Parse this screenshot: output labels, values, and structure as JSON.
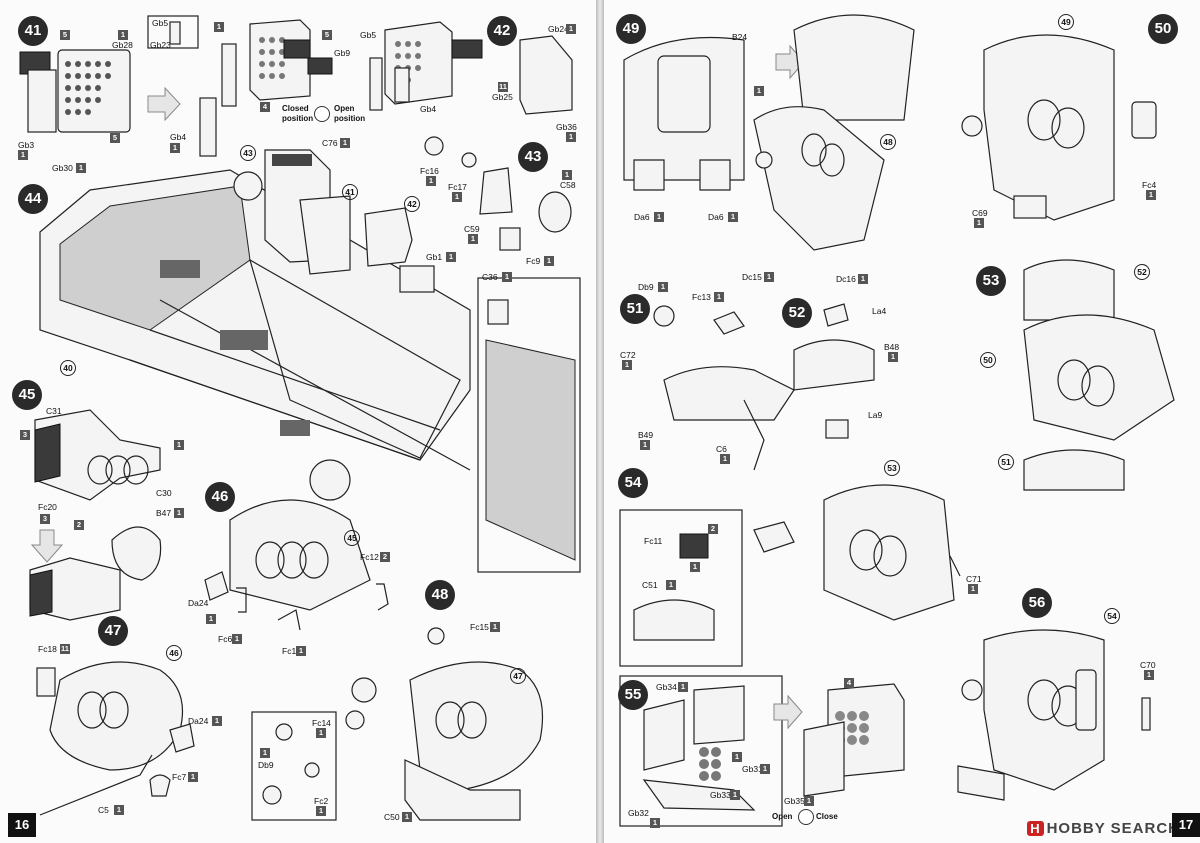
{
  "left_page": {
    "page_number": "16",
    "steps": [
      {
        "id": "s41",
        "num": "41"
      },
      {
        "id": "s42",
        "num": "42"
      },
      {
        "id": "s43",
        "num": "43"
      },
      {
        "id": "s44",
        "num": "44"
      },
      {
        "id": "s45",
        "num": "45"
      },
      {
        "id": "s46",
        "num": "46"
      },
      {
        "id": "s47",
        "num": "47"
      },
      {
        "id": "s48",
        "num": "48"
      }
    ],
    "callouts": [
      "41",
      "43",
      "40",
      "42",
      "45",
      "46",
      "47"
    ],
    "labels": {
      "gb28": "Gb28",
      "gb3": "Gb3",
      "gb30": "Gb30",
      "gb5a": "Gb5",
      "gb23": "Gb23",
      "gb4a": "Gb4",
      "gb9": "Gb9",
      "gb5b": "Gb5",
      "gb4b": "Gb4",
      "gb24": "Gb24",
      "gb25": "Gb25",
      "gb36": "Gb36",
      "c76": "C76",
      "fc16": "Fc16",
      "fc17": "Fc17",
      "c58": "C58",
      "c59": "C59",
      "fc9": "Fc9",
      "gb1": "Gb1",
      "c36": "C36",
      "c31": "C31",
      "c30": "C30",
      "fc20": "Fc20",
      "b47": "B47",
      "da24a": "Da24",
      "fc6": "Fc6",
      "fc12": "Fc12",
      "fc1": "Fc1",
      "fc18": "Fc18",
      "da24b": "Da24",
      "fc7": "Fc7",
      "c5": "C5",
      "fc15": "Fc15",
      "fc14": "Fc14",
      "db9": "Db9",
      "fc2": "Fc2",
      "c50": "C50"
    },
    "qty_boxes": [
      "5",
      "1",
      "1",
      "1",
      "5",
      "1",
      "1",
      "4",
      "5",
      "1",
      "1",
      "1",
      "11",
      "1",
      "1",
      "1",
      "1",
      "1",
      "1",
      "1",
      "1",
      "1",
      "1",
      "3",
      "1",
      "3",
      "2",
      "1",
      "1",
      "1",
      "2",
      "1",
      "1",
      "11",
      "1",
      "1",
      "1",
      "1",
      "1",
      "1",
      "1",
      "1",
      "1"
    ],
    "position_legend": {
      "closed": "Closed position",
      "open": "Open position"
    }
  },
  "right_page": {
    "page_number": "17",
    "steps": [
      {
        "id": "s49",
        "num": "49"
      },
      {
        "id": "s50",
        "num": "50"
      },
      {
        "id": "s51",
        "num": "51"
      },
      {
        "id": "s52",
        "num": "52"
      },
      {
        "id": "s53",
        "num": "53"
      },
      {
        "id": "s54",
        "num": "54"
      },
      {
        "id": "s55",
        "num": "55"
      },
      {
        "id": "s56",
        "num": "56"
      }
    ],
    "callouts": [
      "49",
      "48",
      "52",
      "50",
      "51",
      "53",
      "54"
    ],
    "labels": {
      "b24": "B24",
      "da6a": "Da6",
      "da6b": "Da6",
      "dc15": "Dc15",
      "dc16": "Dc16",
      "fc4": "Fc4",
      "c69": "C69",
      "db9": "Db9",
      "fc13": "Fc13",
      "c72": "C72",
      "b49": "B49",
      "c6": "C6",
      "la4": "La4",
      "b48": "B48",
      "la9": "La9",
      "fc11": "Fc11",
      "c51": "C51",
      "c71": "C71",
      "c70": "C70",
      "gb34": "Gb34",
      "gb31": "Gb31",
      "gb33": "Gb33",
      "gb32": "Gb32",
      "gb35": "Gb35"
    },
    "qty_boxes": [
      "1",
      "1",
      "1",
      "1",
      "1",
      "1",
      "1",
      "1",
      "1",
      "1",
      "1",
      "1",
      "1",
      "1",
      "1",
      "2",
      "1",
      "1",
      "1",
      "1",
      "1",
      "1",
      "4",
      "1",
      "1",
      "1",
      "1"
    ],
    "open_close": {
      "open": "Open",
      "close": "Close"
    },
    "watermark": {
      "brand": "HOBBY SEARCH"
    }
  },
  "colors": {
    "step_badge": "#2a2a2a",
    "qty_box": "#555555",
    "page_bg": "#fbfbfb",
    "watermark_red": "#cc2222"
  }
}
